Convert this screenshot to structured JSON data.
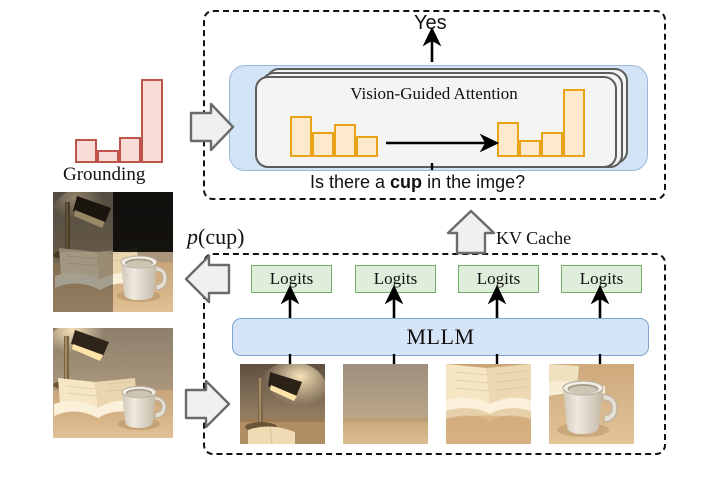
{
  "figure": {
    "title": "Vision-guided attention MLLM grounding diagram"
  },
  "top_panel": {
    "output_label": "Yes",
    "module_title": "Vision-Guided Attention",
    "question_prefix": "Is there a ",
    "question_bold": "cup",
    "question_suffix": " in the imge?",
    "input_arrow_icon": "block-arrow-right-icon",
    "output_arrow_icon": "arrow-up-icon",
    "transform_arrow_icon": "arrow-right-icon",
    "layer_stack_count": 3
  },
  "middle": {
    "kv_cache_label": "KV Cache",
    "kv_cache_arrow_icon": "block-arrow-up-icon",
    "probability_label_p": "p",
    "probability_label_args": "(cup)",
    "probability_arrow_icon": "block-arrow-left-icon"
  },
  "bottom_panel": {
    "model_label": "MLLM",
    "logits_labels": [
      "Logits",
      "Logits",
      "Logits",
      "Logits"
    ],
    "input_arrow_icon": "block-arrow-right-icon",
    "patch_arrow_icon": "arrow-up-icon",
    "patches": [
      {
        "name": "patch-lamp",
        "alt": "desk lamp lit over book"
      },
      {
        "name": "patch-wall",
        "alt": "blank wall and desk surface"
      },
      {
        "name": "patch-book",
        "alt": "open book on desk"
      },
      {
        "name": "patch-cup",
        "alt": "ceramic cup on desk"
      }
    ]
  },
  "left_column": {
    "grounding_label": "Grounding",
    "heatmap_image_name": "grounded-attention-image",
    "source_image_name": "source-scene-image",
    "heatmap_quadrants": [
      {
        "name": "top-left",
        "attention": 0.35
      },
      {
        "name": "top-right",
        "attention": 0.05
      },
      {
        "name": "bottom-left",
        "attention": 0.4
      },
      {
        "name": "bottom-right",
        "attention": 1.0
      }
    ]
  },
  "colors": {
    "bar_orange_fill": "#fde9cc",
    "bar_orange_stroke": "#e8a317",
    "bar_red_fill": "#f8dcd8",
    "bar_red_stroke": "#c0544b",
    "blue_box_fill": "#d4e4f7",
    "blue_box_stroke": "#9cb8d8",
    "mllm_fill": "#d6e4f7",
    "mllm_stroke": "#7ea3d1",
    "logits_fill": "#dfeeda",
    "logits_stroke": "#74ad68",
    "layer_fill": "#f4f4f4",
    "layer_stroke": "#5c5c5c",
    "arrow_fill": "#f0f0f0",
    "arrow_stroke": "#6b6b6b",
    "dashed_stroke": "#111111"
  },
  "chart_data": [
    {
      "type": "bar",
      "name": "grounding-scores",
      "title": "Grounding",
      "categories": [
        "patch1",
        "patch2",
        "patch3",
        "patch4"
      ],
      "values": [
        0.34,
        0.14,
        0.4,
        1.0
      ],
      "ylim": [
        0,
        1.0
      ],
      "xlabel": "",
      "ylabel": "",
      "grid": false,
      "legend": "none"
    },
    {
      "type": "bar",
      "name": "attention-before",
      "title": "",
      "categories": [
        "patch1",
        "patch2",
        "patch3",
        "patch4"
      ],
      "values": [
        1.0,
        0.62,
        0.82,
        0.52
      ],
      "ylim": [
        0,
        1.0
      ],
      "xlabel": "",
      "ylabel": "",
      "grid": false,
      "legend": "none"
    },
    {
      "type": "bar",
      "name": "attention-after",
      "title": "",
      "categories": [
        "patch1",
        "patch2",
        "patch3",
        "patch4"
      ],
      "values": [
        0.52,
        0.27,
        0.4,
        1.0
      ],
      "ylim": [
        0,
        1.0
      ],
      "xlabel": "",
      "ylabel": "",
      "grid": false,
      "legend": "none"
    }
  ]
}
